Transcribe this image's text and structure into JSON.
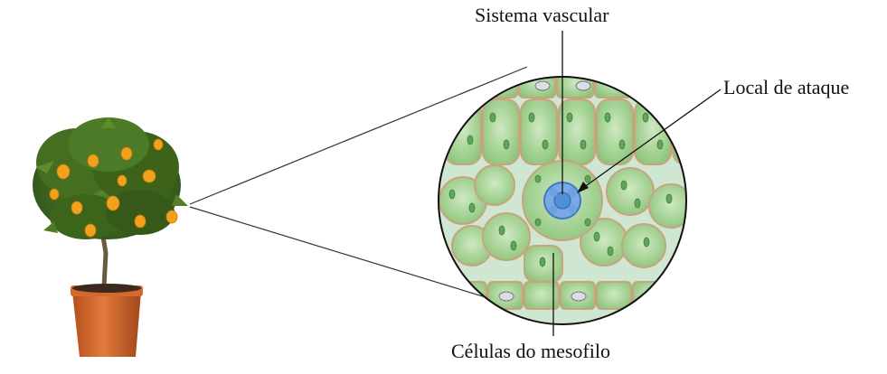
{
  "labels": {
    "vascular_system": "Sistema vascular",
    "attack_site": "Local de ataque",
    "mesophyll_cells": "Células do mesofilo"
  },
  "colors": {
    "cell_fill": "#a9d59a",
    "cell_stroke": "#c9a27e",
    "nucleus": "#5fa55a",
    "vascular": "#4f8fd8",
    "background": "#ffffff",
    "line": "#222222",
    "pot": "#d9672c",
    "leaf": "#3f6b22",
    "fruit": "#f2a11c"
  }
}
